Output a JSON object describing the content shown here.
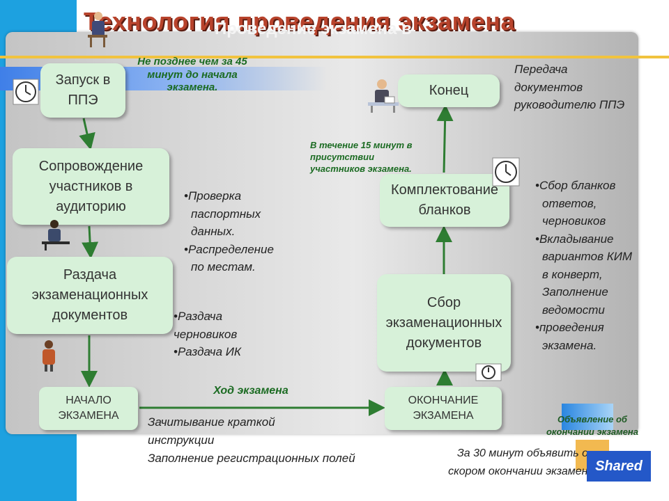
{
  "title": "Технология проведения экзамена",
  "subtitle_overlay": "Проведение экзамена в",
  "boxes": {
    "launch": "Запуск в ППЭ",
    "escort": "Сопровождение участников в аудиторию",
    "distribution": "Раздача экзаменационных документов",
    "start": "НАЧАЛО ЭКЗАМЕНА",
    "end_exam": "ОКОНЧАНИЕ ЭКЗАМЕНА",
    "collect": "Сбор экзаменационных документов",
    "complete": "Комплектование бланков",
    "finish": "Конец"
  },
  "notes": {
    "time_45": "Не позднее чем за 45 минут до начала экзамена.",
    "time_15": "В течение 15 минут в присутствии участников экзамена.",
    "transfer": "Передача документов руководителю ППЭ",
    "check_items": [
      "Проверка паспортных данных.",
      "Распределение по местам."
    ],
    "draft_items": [
      "Раздача черновиков",
      "Раздача ИК"
    ],
    "collect_items": [
      "Сбор бланков ответов, черновиков",
      "Вкладывание вариантов КИМ в конверт, Заполнение ведомости",
      "проведения экзамена."
    ],
    "exam_progress": "Ход экзамена",
    "instruction": "Зачитывание краткой инструкции",
    "registration": "Заполнение регистрационных полей",
    "announce": "Объявление об окончании экзамена",
    "thirty_min": "За 30 минут объявить о скором окончании экзамена."
  },
  "icons": [
    "clock-icon",
    "clock-icon",
    "clock-icon",
    "person-at-desk-icon",
    "person-at-desk-icon",
    "person-sitting-icon",
    "person-standing-icon"
  ],
  "logo": "Shared",
  "colors": {
    "box_fill": "#d7f1d9",
    "arrow": "#2e7d32",
    "left_bar": "#1da1e0",
    "title": "#b8432c"
  }
}
